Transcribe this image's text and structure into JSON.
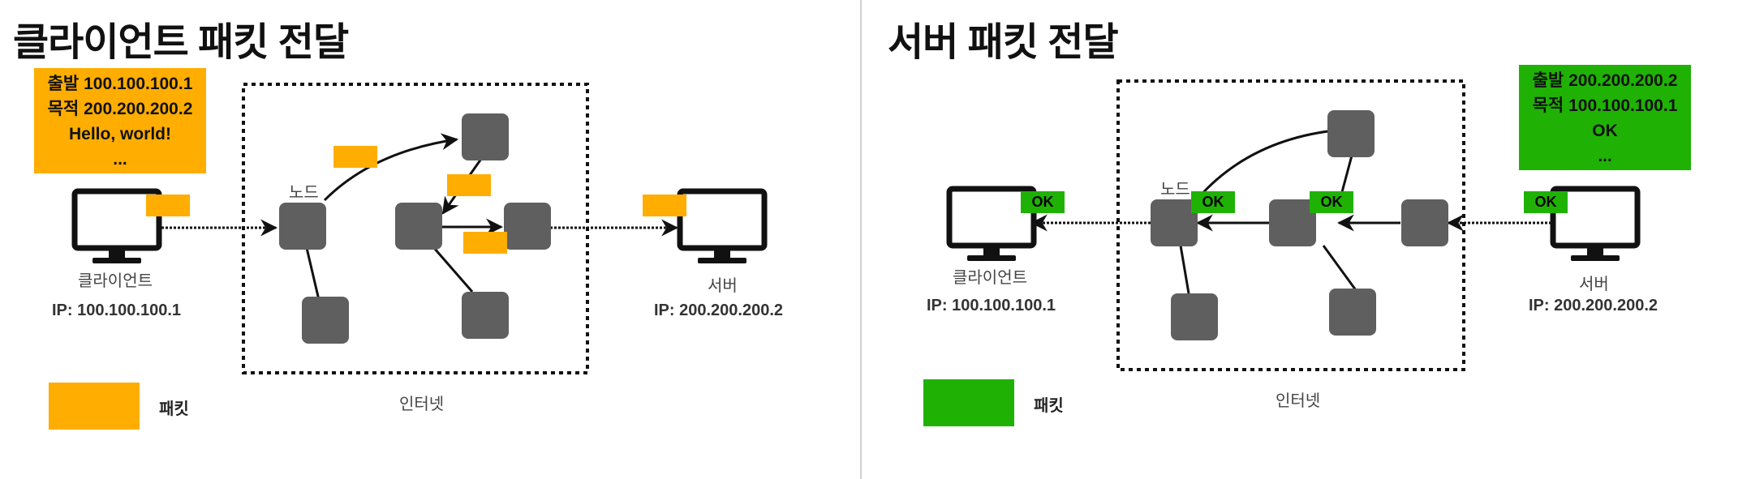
{
  "colors": {
    "packet_orange": "#ffad00",
    "packet_green": "#1fb204",
    "node_gray": "#5f5f5f",
    "divider": "#cfcfcf"
  },
  "client_panel": {
    "title": "클라이언트 패킷 전달",
    "info_box": {
      "line1": "출발 100.100.100.1",
      "line2": "목적 200.200.200.2",
      "line3": "Hello, world!",
      "line4": "..."
    },
    "node_label": "노드",
    "client_label": "클라이언트",
    "client_ip": "IP: 100.100.100.1",
    "server_label": "서버",
    "server_ip": "IP: 200.200.200.2",
    "internet_label": "인터넷",
    "legend_label": "패킷"
  },
  "server_panel": {
    "title": "서버 패킷 전달",
    "info_box": {
      "line1": "출발 200.200.200.2",
      "line2": "목적 100.100.100.1",
      "line3": "OK",
      "line4": "..."
    },
    "node_label": "노드",
    "client_label": "클라이언트",
    "client_ip": "IP: 100.100.100.1",
    "server_label": "서버",
    "server_ip": "IP: 200.200.200.2",
    "internet_label": "인터넷",
    "legend_label": "패킷",
    "ok_tag": "OK"
  },
  "icons": {
    "monitor": "monitor-icon",
    "node": "router-node-icon"
  }
}
